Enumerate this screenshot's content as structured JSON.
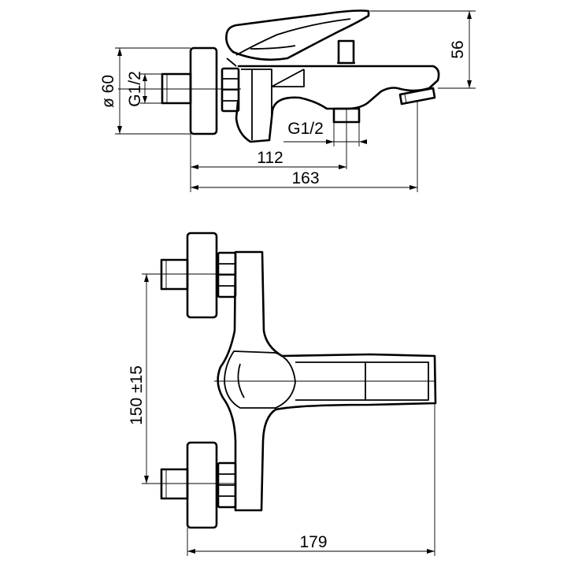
{
  "labels": {
    "side_height": "56",
    "side_diameter": "ø 60",
    "side_thread_left": "G1/2",
    "side_thread_bottom": "G1/2",
    "side_length_112": "112",
    "side_length_163": "163",
    "front_spacing": "150 ±15",
    "front_width": "179"
  }
}
